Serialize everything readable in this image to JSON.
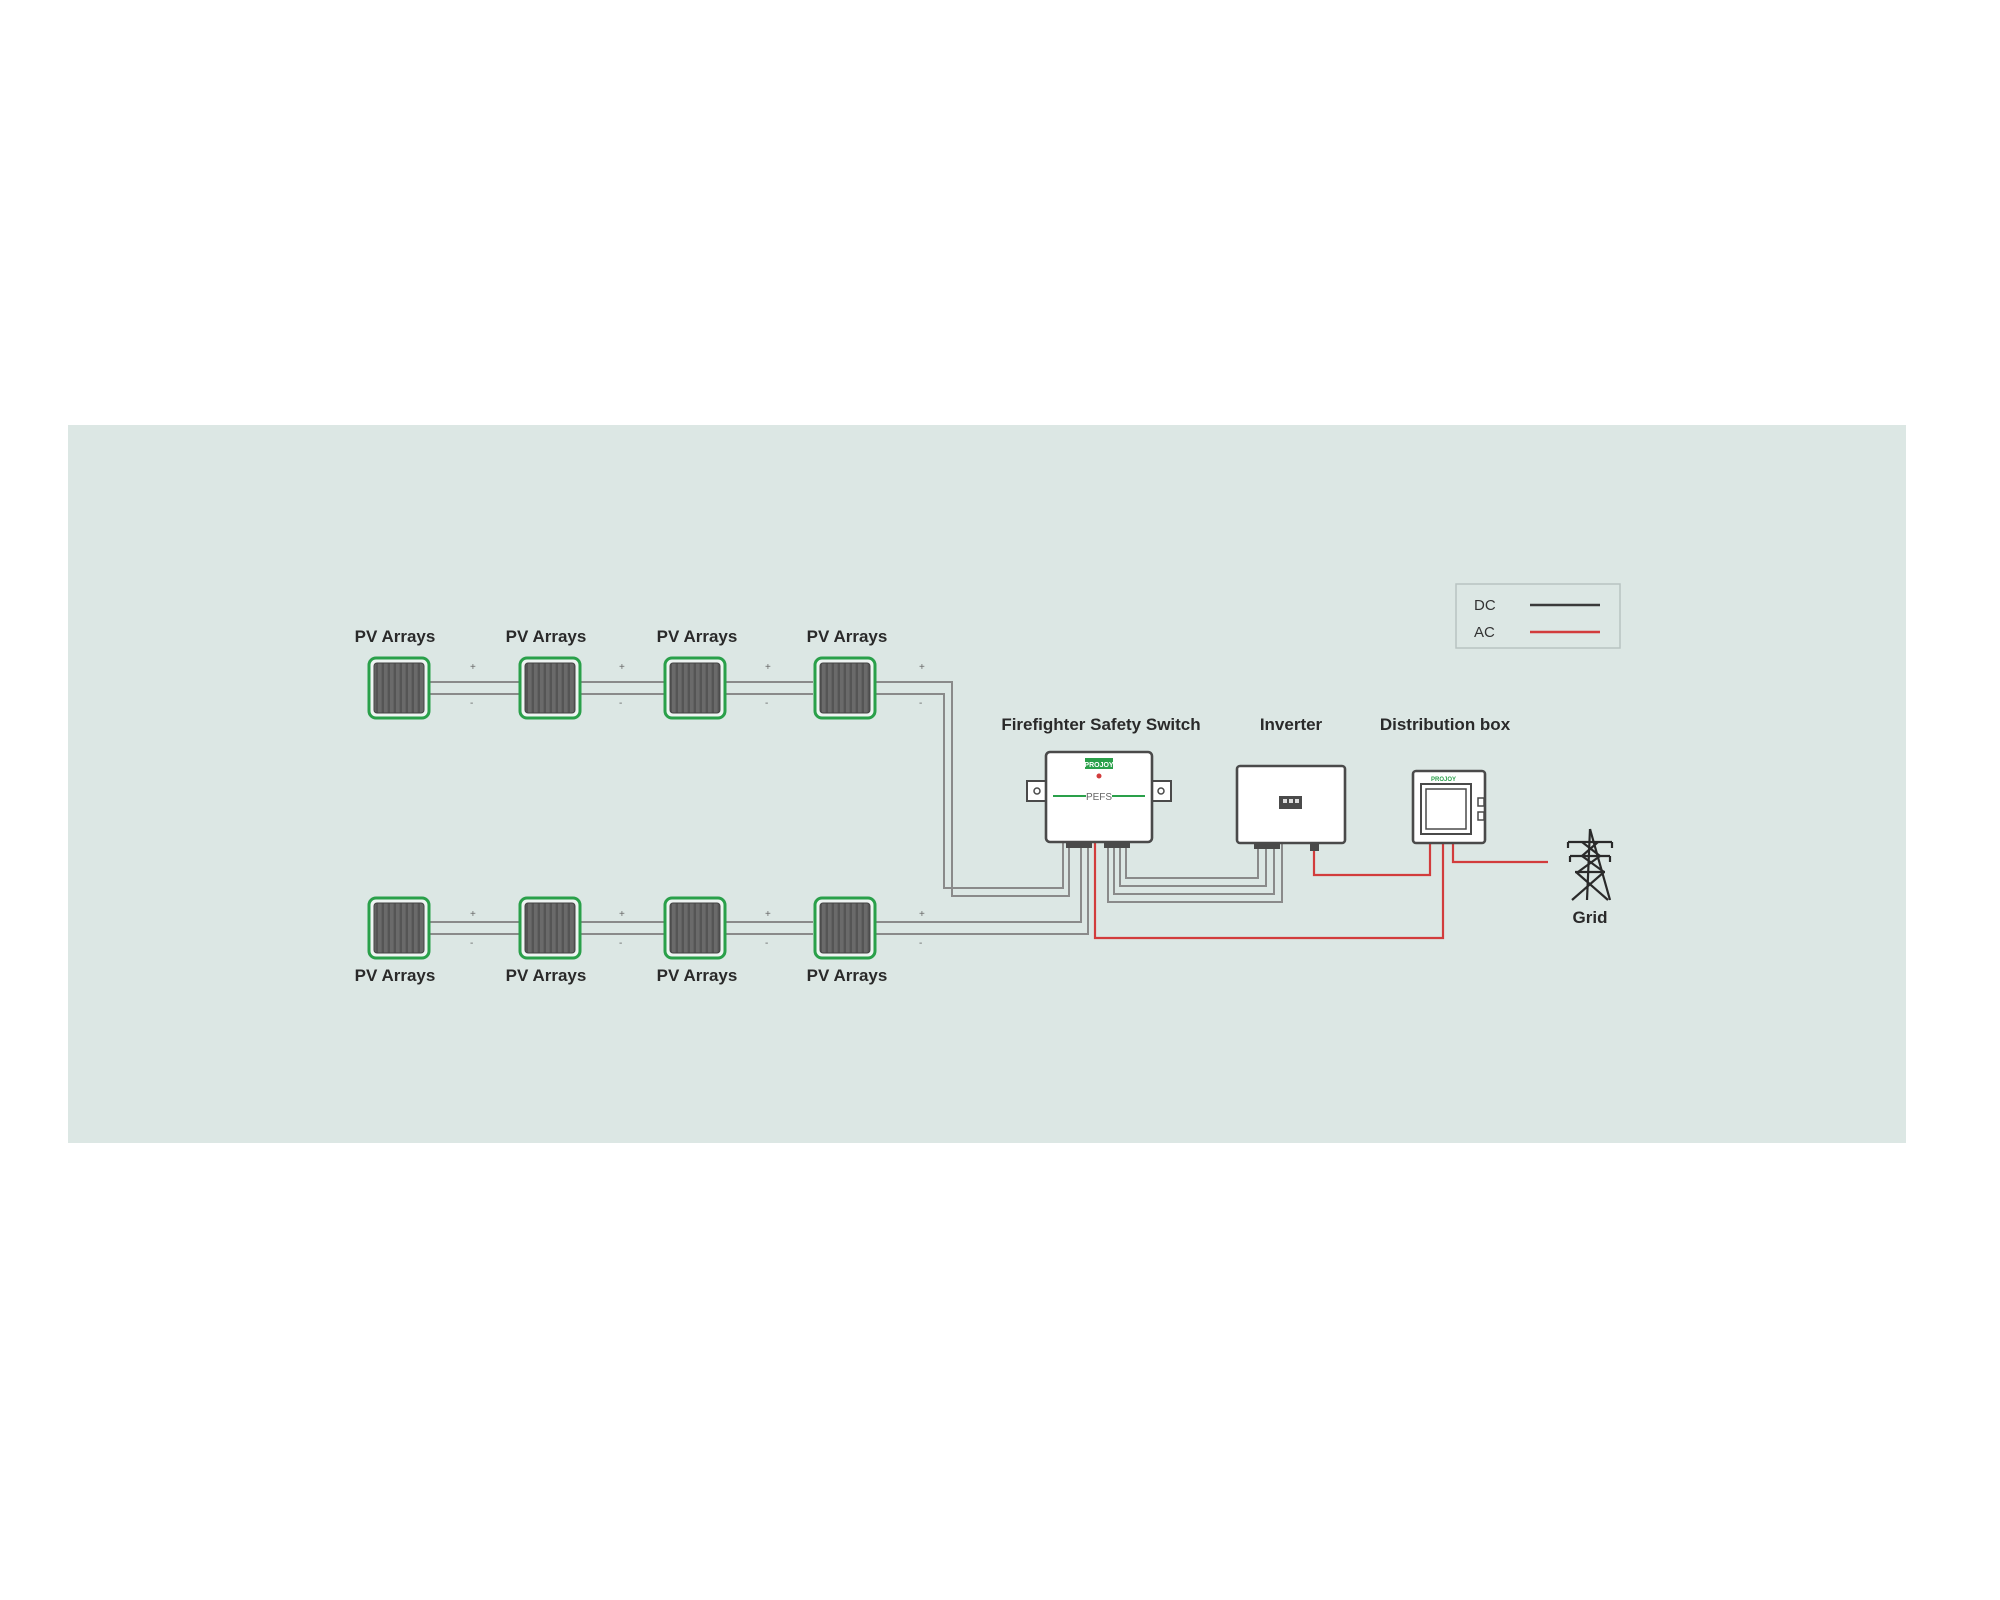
{
  "panel_label": "PV Arrays",
  "top_row_labels": [
    "PV Arrays",
    "PV Arrays",
    "PV Arrays",
    "PV Arrays"
  ],
  "bottom_row_labels": [
    "PV Arrays",
    "PV Arrays",
    "PV Arrays",
    "PV Arrays"
  ],
  "polarity": {
    "plus": "+",
    "minus": "-"
  },
  "devices": {
    "switch": {
      "title": "Firefighter Safety Switch",
      "brand": "PROJOY",
      "model": "PEFS"
    },
    "inverter": {
      "title": "Inverter"
    },
    "distribution_box": {
      "title": "Distribution box",
      "brand": "PROJOY"
    },
    "grid": {
      "title": "Grid"
    }
  },
  "legend": [
    {
      "label": "DC",
      "color": "#3a3a3a"
    },
    {
      "label": "AC",
      "color": "#d23c3c"
    }
  ],
  "colors": {
    "background": "#dce7e4",
    "panel_frame": "#2aa04a",
    "dc_line": "#8a8a8a",
    "ac_line": "#d23c3c"
  },
  "icons": [
    "solar-panel-icon",
    "transmission-tower-icon"
  ]
}
